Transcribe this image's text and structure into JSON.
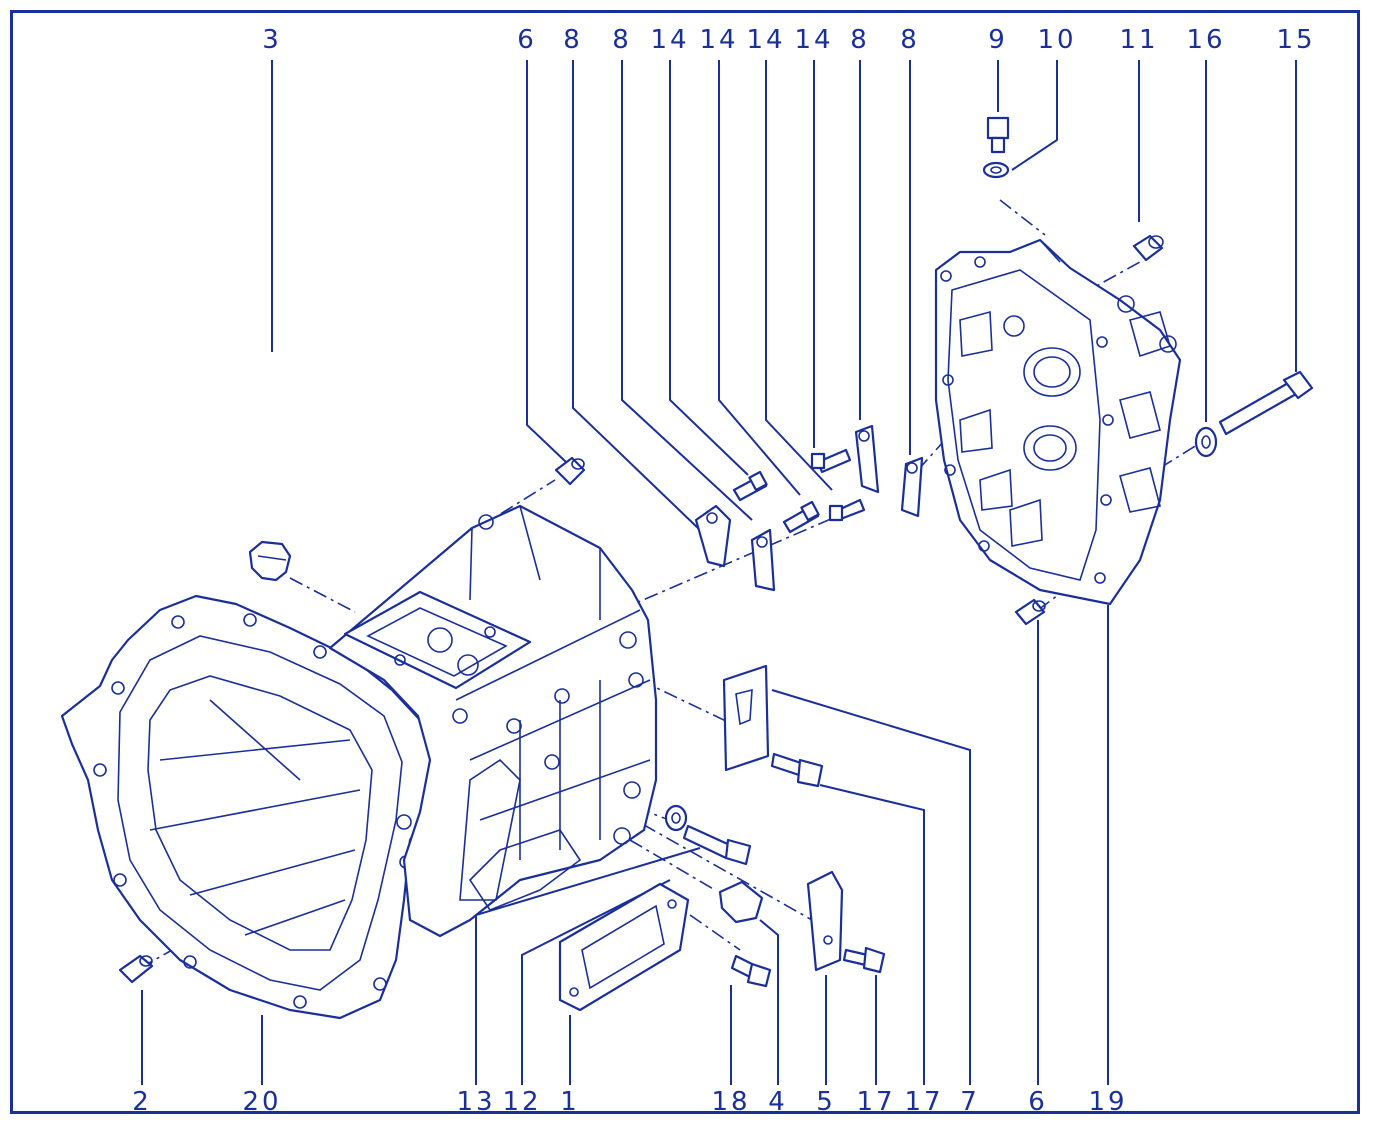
{
  "diagram": {
    "accent_color": "#1a2f9a",
    "top_labels": [
      "3",
      "6",
      "8",
      "8",
      "14",
      "14",
      "14",
      "14",
      "8",
      "8",
      "9",
      "10",
      "11",
      "16",
      "15"
    ],
    "bottom_labels": [
      "2",
      "20",
      "13",
      "12",
      "1",
      "18",
      "4",
      "5",
      "17",
      "17",
      "7",
      "6",
      "19"
    ]
  }
}
